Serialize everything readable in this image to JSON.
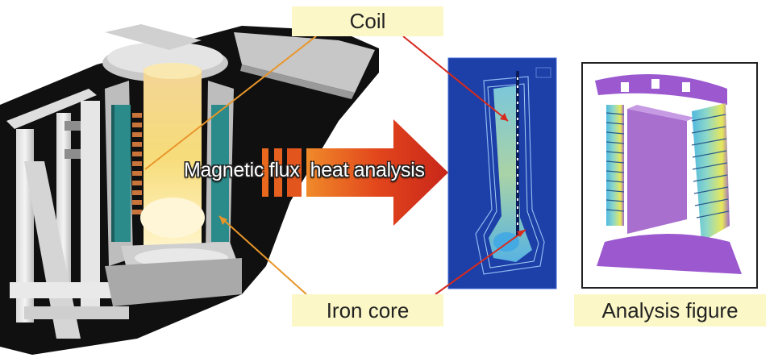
{
  "labels": {
    "coil": "Coil",
    "iron_core": "Iron core",
    "analysis_figure": "Analysis figure",
    "process": "Magnetic flux  heat analysis"
  },
  "colors": {
    "label_bg": "#fbf7c6",
    "pointer_orange": "#e8962a",
    "pointer_red": "#d62b1e",
    "arrow_red": "#d93a1a",
    "sim_blue": "#1c3fa8",
    "analysis_purple": "#a45ad0"
  }
}
